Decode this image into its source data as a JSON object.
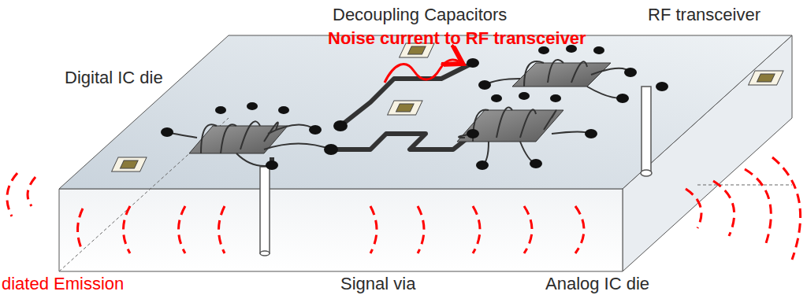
{
  "diagram": {
    "labels": [
      "Decoupling Capacitors",
      "RF transceiver",
      "Noise current to RF transceiver",
      "Digital IC die",
      "diated Emission",
      "Signal via",
      "Analog IC die"
    ]
  }
}
